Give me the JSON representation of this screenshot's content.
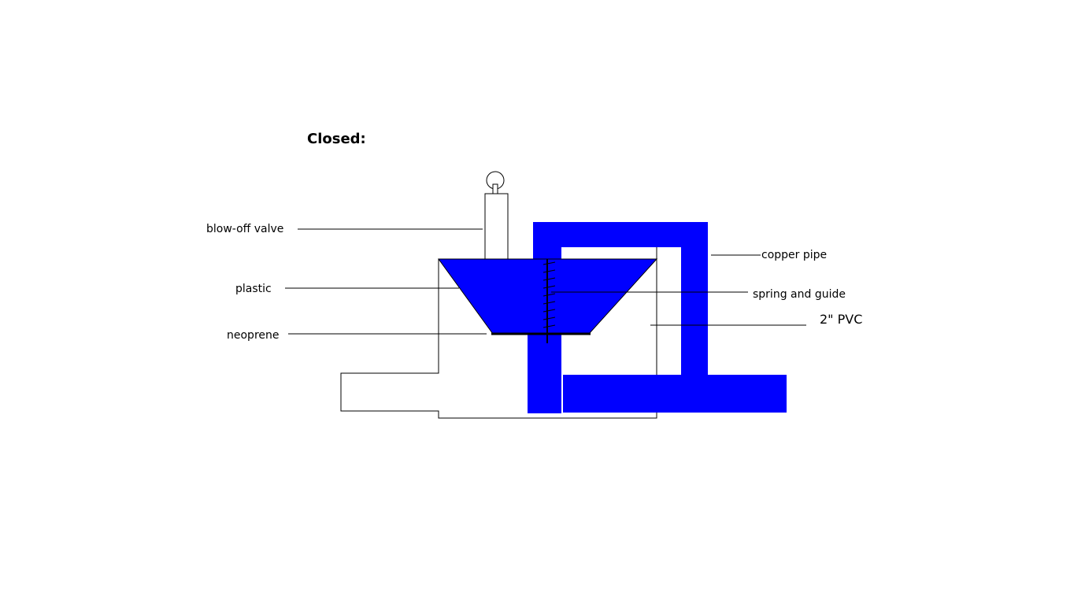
{
  "title": "Closed:",
  "labels": {
    "blow_off_valve": "blow-off valve",
    "plastic": "plastic",
    "neoprene": "neoprene",
    "copper_pipe": "copper pipe",
    "spring_and_guide": "spring and guide",
    "pvc": "2\" PVC"
  },
  "colors": {
    "copper_pipe": "#0000ff",
    "plastic": "#0000ff",
    "outline": "#000000",
    "background": "#ffffff"
  }
}
